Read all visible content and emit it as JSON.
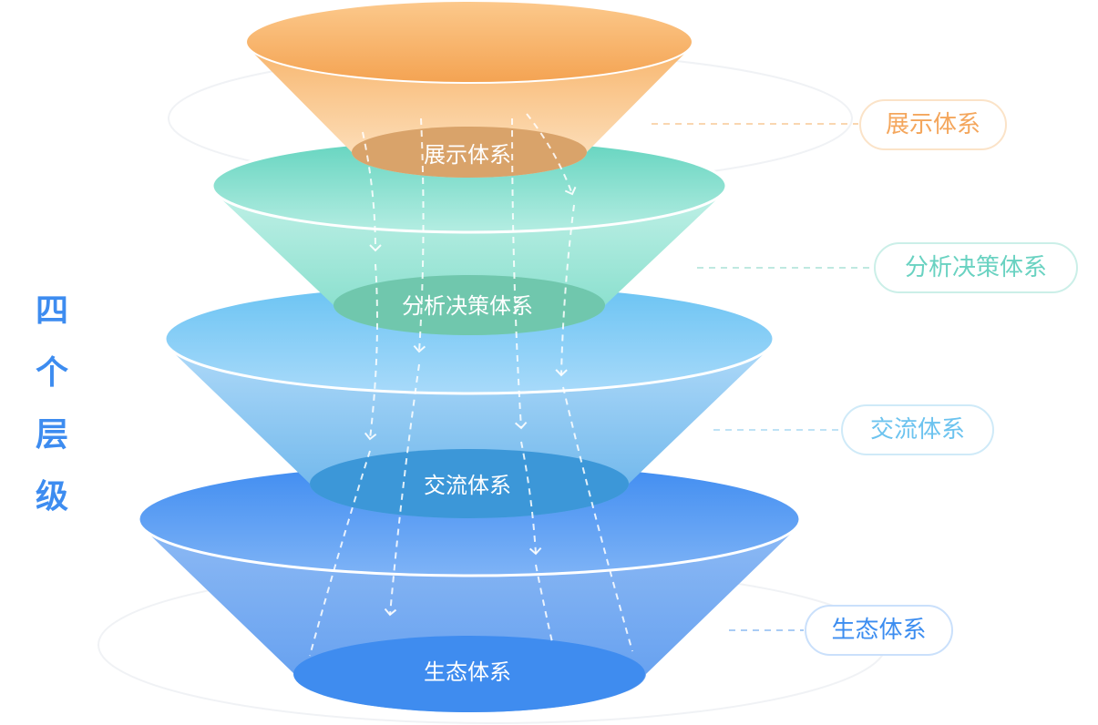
{
  "title_chars": [
    "四",
    "个",
    "层",
    "级"
  ],
  "layers": [
    {
      "label": "展示体系",
      "tag": "展示体系",
      "color": "#f4a65c"
    },
    {
      "label": "分析决策体系",
      "tag": "分析决策体系",
      "color": "#69d2c1"
    },
    {
      "label": "交流体系",
      "tag": "交流体系",
      "color": "#6cc3ef"
    },
    {
      "label": "生态体系",
      "tag": "生态体系",
      "color": "#3c8df0"
    }
  ]
}
